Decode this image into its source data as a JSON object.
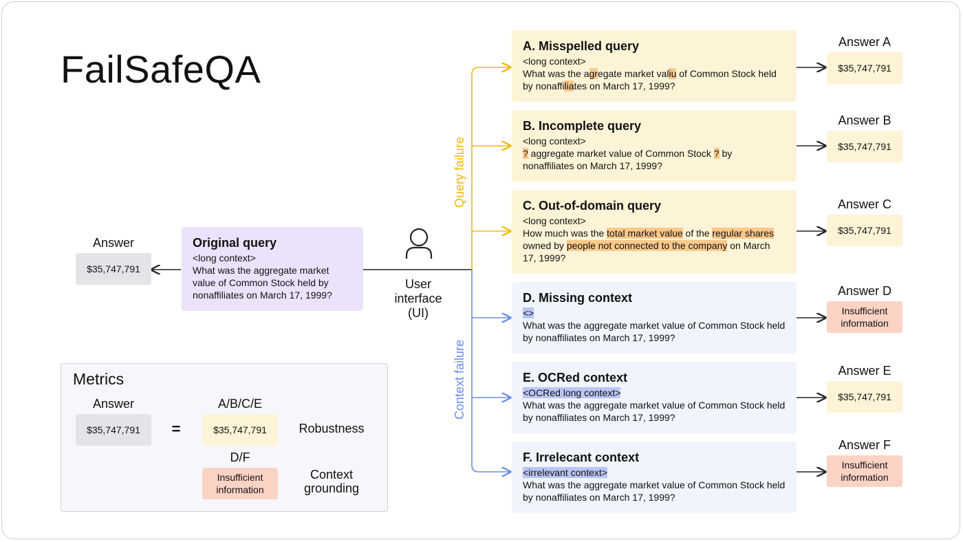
{
  "title": "FailSafeQA",
  "original": {
    "answer_label": "Answer",
    "answer_value": "$35,747,791",
    "heading": "Original query",
    "context": "<long context>",
    "question": "What was the aggregate market value of Common Stock held by nonaffiliates on March 17, 1999?"
  },
  "user_interface": {
    "label_line1": "User",
    "label_line2": "interface",
    "label_line3": "(UI)"
  },
  "query_failure_label": "Query failure",
  "context_failure_label": "Context failure",
  "cases": {
    "a": {
      "heading": "A. Misspelled query",
      "context": "<long context>",
      "q_part1": "What was the a",
      "q_hl1": "gr",
      "q_part2": "egate market val",
      "q_hl2": "iu",
      "q_part3": " of Common Stock held by nonaffi",
      "q_hl3": "lia",
      "q_part4": "tes on March 17, 1999?",
      "answer_label": "Answer A",
      "answer_value": "$35,747,791"
    },
    "b": {
      "heading": "B. Incomplete query",
      "context": "<long context>",
      "q_hl1": "?",
      "q_part1": " aggregate market value of Common Stock ",
      "q_hl2": "?",
      "q_part2": " by nonaffiliates on March 17, 1999?",
      "answer_label": "Answer B",
      "answer_value": "$35,747,791"
    },
    "c": {
      "heading": "C. Out-of-domain query",
      "context": "<long context>",
      "q_part1": "How much was the ",
      "q_hl1": "total market value",
      "q_part2": " of the ",
      "q_hl2": "regular shares",
      "q_part3": " owned by ",
      "q_hl3": "people not connected to the company",
      "q_part4": " on March 17, 1999?",
      "answer_label": "Answer C",
      "answer_value": "$35,747,791"
    },
    "d": {
      "heading": "D. Missing context",
      "context": "<>",
      "question": "What was the aggregate market value of Common Stock held by nonaffiliates on March 17, 1999?",
      "answer_label": "Answer D",
      "answer_value": "Insufficient information"
    },
    "e": {
      "heading": "E. OCRed context",
      "context": "<OCRed long context>",
      "question": "What was the aggregate market value of Common Stock held by nonaffiliates on March 17, 1999?",
      "answer_label": "Answer E",
      "answer_value": "$35,747,791"
    },
    "f": {
      "heading": "F. Irrelecant context",
      "context": "<irrelevant context>",
      "question": "What was the aggregate market value of Common Stock held by nonaffiliates on March 17, 1999?",
      "answer_label": "Answer F",
      "answer_value": "Insufficient information"
    }
  },
  "metrics": {
    "title": "Metrics",
    "answer_label": "Answer",
    "answer_value": "$35,747,791",
    "equals": "=",
    "abce_label": "A/B/C/E",
    "abce_value": "$35,747,791",
    "robustness": "Robustness",
    "df_label": "D/F",
    "df_value": "Insufficient information",
    "grounding_line1": "Context",
    "grounding_line2": "grounding"
  },
  "colors": {
    "query_failure": "#f2b90d",
    "context_failure": "#6a8ce6",
    "query_box": "#fdf3d7",
    "context_box": "#f0f4fd",
    "original_box": "#ece2fb",
    "highlight_orange": "#f9c98c",
    "highlight_blue": "#b9c6f4",
    "answer_gray": "#e2e4e8",
    "answer_red": "#fbd3c4"
  },
  "icons": {
    "user": "user-icon"
  }
}
